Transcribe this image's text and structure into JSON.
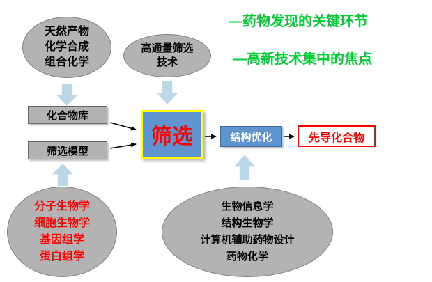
{
  "slide": {
    "headlines": [
      "—药物发现的关键环节",
      "—高新技术集中的焦点"
    ],
    "ellipses": {
      "sources": [
        "天然产物",
        "化学合成",
        "组合化学"
      ],
      "hts": [
        "高通量筛选",
        "技术"
      ],
      "biology": [
        "分子生物学",
        "细胞生物学",
        "基因组学",
        "蛋白组学"
      ],
      "informatics": [
        "生物信息学",
        "结构生物学",
        "计算机辅助药物设计",
        "药物化学"
      ]
    },
    "boxes": {
      "compound_library": "化合物库",
      "screening_model": "筛选模型",
      "screening": "筛选",
      "structure_optimization": "结构优化",
      "lead_compound": "先导化合物"
    },
    "colors": {
      "green": "#00cc33",
      "ellipse_gray": "#b3b3b3",
      "arrow_blue": "#bcd7e8",
      "box_blue": "#6094ce",
      "yellow_border": "#ffff00",
      "red": "#ff0000"
    }
  }
}
